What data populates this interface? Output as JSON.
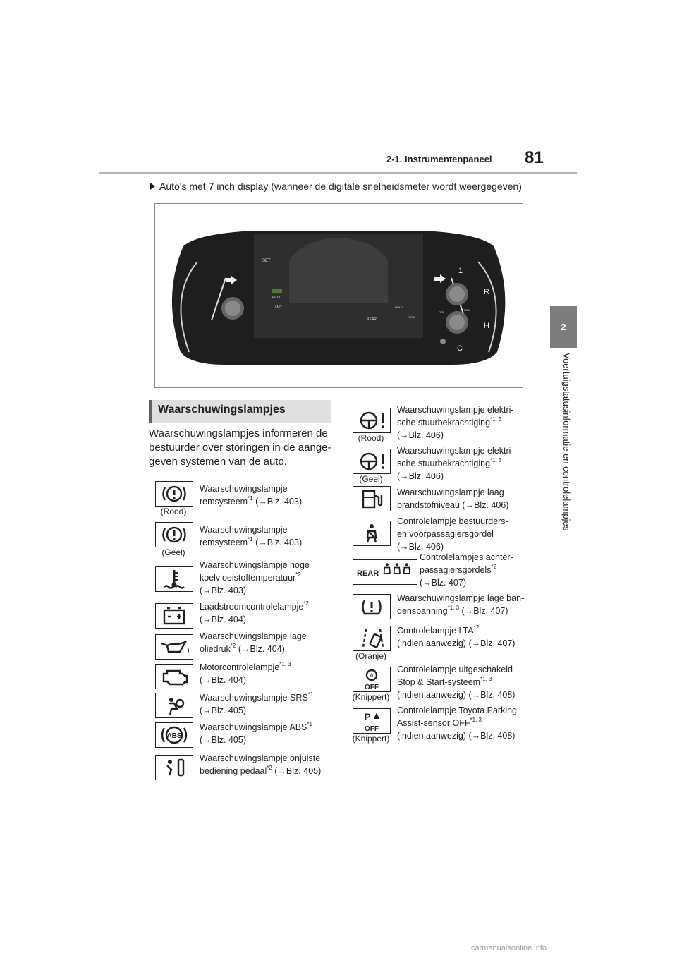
{
  "page": {
    "number": "81",
    "section": "2-1. Instrumentenpaneel",
    "chapter_tab": "2",
    "side_title": "Voertuigstatusinformatie en controlelampjes",
    "intro": "Auto's met 7 inch display (wanneer de digitale snelheidsmeter wordt weergegeven)"
  },
  "cluster": {
    "tach_labels": [
      "1",
      "R",
      "H",
      "C"
    ],
    "screen_texts": {
      "set": "SET",
      "eco": "ECO",
      "imt": "i MT",
      "rear": "REAR",
      "hold": "HOLD",
      "hold2": "HOLD",
      "rcta": "RCTA",
      "off": "OFF"
    }
  },
  "section": {
    "title": "Waarschuwingslampjes",
    "description": "Waarschuwingslampjes informeren de bestuurder over storingen in de aange-geven systemen van de auto."
  },
  "left_entries": [
    {
      "icon": "brake-icon",
      "caption": "(Rood)",
      "lines": [
        "Waarschuwingslampje",
        "remsysteem"
      ],
      "sup": "*1",
      "ref": " (→Blz. 403)"
    },
    {
      "icon": "brake-icon",
      "caption": "(Geel)",
      "lines": [
        "Waarschuwingslampje",
        "remsysteem"
      ],
      "sup": "*1",
      "ref": " (→Blz. 403)"
    },
    {
      "icon": "coolant-temp-icon",
      "caption": "",
      "lines": [
        "Waarschuwingslampje hoge",
        "koelvloeistoftemperatuur"
      ],
      "sup": "*2",
      "ref": "(→Blz. 403)"
    },
    {
      "icon": "battery-icon",
      "caption": "",
      "lines": [
        "Laadstroomcontrolelampje"
      ],
      "sup": "*2",
      "ref": "(→Blz. 404)"
    },
    {
      "icon": "oil-pressure-icon",
      "caption": "",
      "lines": [
        "Waarschuwingslampje lage",
        "oliedruk"
      ],
      "sup": "*2",
      "ref": " (→Blz. 404)"
    },
    {
      "icon": "engine-icon",
      "caption": "",
      "lines": [
        "Motorcontrolelampje"
      ],
      "sup": "*1, 3",
      "ref": "(→Blz. 404)"
    },
    {
      "icon": "srs-airbag-icon",
      "caption": "",
      "lines": [
        "Waarschuwingslampje SRS"
      ],
      "sup": "*1",
      "ref": "(→Blz. 405)"
    },
    {
      "icon": "abs-icon",
      "caption": "",
      "lines": [
        "Waarschuwingslampje ABS"
      ],
      "sup": "*1",
      "ref": "(→Blz. 405)"
    },
    {
      "icon": "pedal-misoperation-icon",
      "caption": "",
      "lines": [
        "Waarschuwingslampje onjuiste",
        "bediening pedaal"
      ],
      "sup": "*2",
      "ref": " (→Blz. 405)"
    }
  ],
  "right_entries": [
    {
      "icon": "eps-icon",
      "caption": "(Rood)",
      "lines": [
        "Waarschuwingslampje elektri-",
        "sche stuurbekrachtiging"
      ],
      "sup": "*1, 3",
      "ref": "(→Blz. 406)"
    },
    {
      "icon": "eps-icon",
      "caption": "(Geel)",
      "lines": [
        "Waarschuwingslampje elektri-",
        "sche stuurbekrachtiging"
      ],
      "sup": "*1, 3",
      "ref": "(→Blz. 406)"
    },
    {
      "icon": "fuel-icon",
      "caption": "",
      "lines": [
        "Waarschuwingslampje laag",
        "brandstofniveau (→Blz. 406)"
      ],
      "sup": "",
      "ref": ""
    },
    {
      "icon": "seatbelt-icon",
      "caption": "",
      "lines": [
        "Controlelampje bestuurders-",
        "en voorpassagiersgordel",
        "(→Blz. 406)"
      ],
      "sup": "",
      "ref": ""
    },
    {
      "icon": "rear-seatbelt-icon",
      "caption": "",
      "label": "REAR",
      "lines": [
        "Controlelampjes achter-",
        "passagiersgordels"
      ],
      "sup": "*2",
      "ref": "(→Blz. 407)"
    },
    {
      "icon": "tire-pressure-icon",
      "caption": "",
      "lines": [
        "Waarschuwingslampje lage ban-",
        "denspanning"
      ],
      "sup": "*1, 3",
      "ref": " (→Blz. 407)"
    },
    {
      "icon": "lta-icon",
      "caption": "(Oranje)",
      "lines": [
        "Controlelampje LTA"
      ],
      "sup": "*2",
      "ref": "(indien aanwezig) (→Blz. 407)"
    },
    {
      "icon": "stop-start-off-icon",
      "caption": "(Knippert)",
      "label": "OFF",
      "lines": [
        "Controlelampje uitgeschakeld",
        "Stop & Start-systeem"
      ],
      "sup": "*1, 3",
      "ref": "(indien aanwezig) (→Blz. 408)"
    },
    {
      "icon": "parking-assist-off-icon",
      "caption": "(Knippert)",
      "label": "OFF",
      "lines": [
        "Controlelampje Toyota Parking",
        "Assist-sensor OFF"
      ],
      "sup": "*1, 3",
      "ref": "(indien aanwezig) (→Blz. 408)"
    }
  ],
  "watermark": "carmanualsonline.info"
}
